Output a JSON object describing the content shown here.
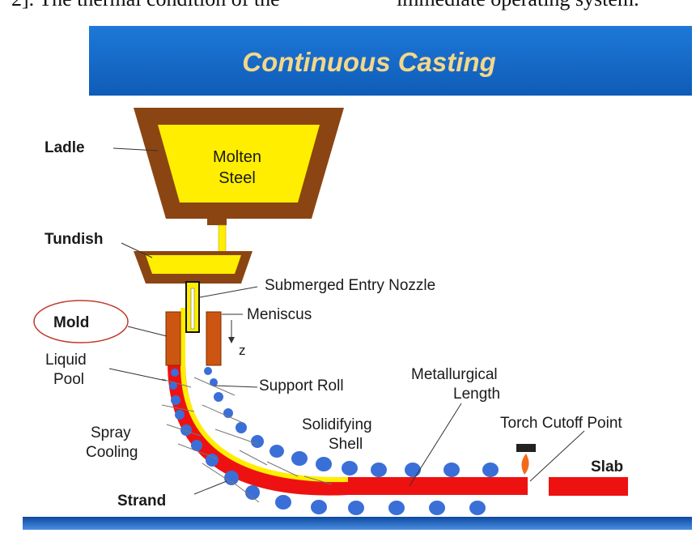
{
  "top_text": {
    "left": "2]. The thermal condition of the",
    "right": "immediate operating system."
  },
  "title": "Continuous Casting",
  "labels": {
    "ladle": "Ladle",
    "molten_1": "Molten",
    "molten_2": "Steel",
    "tundish": "Tundish",
    "sen": "Submerged Entry Nozzle",
    "meniscus": "Meniscus",
    "z": "z",
    "mold": "Mold",
    "liquid_1": "Liquid",
    "liquid_2": "Pool",
    "support_roll": "Support Roll",
    "metallurgical_1": "Metallurgical",
    "metallurgical_2": "Length",
    "torch": "Torch Cutoff Point",
    "spray_1": "Spray",
    "spray_2": "Cooling",
    "shell_1": "Solidifying",
    "shell_2": "Shell",
    "slab": "Slab",
    "strand": "Strand"
  },
  "colors": {
    "banner": "#1565c0",
    "banner_bottom": "#0d47a1",
    "title_text": "#f3d78a",
    "ladle": "#8b4513",
    "steel": "#ffee00",
    "shell": "#ee1111",
    "mold": "#cc5511",
    "roll": "#3a6fd8",
    "mold_circle": "#c0392b"
  }
}
